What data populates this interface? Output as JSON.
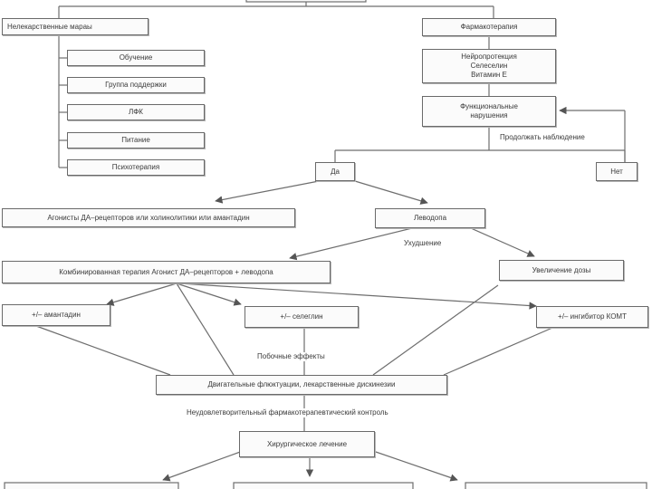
{
  "nodes": {
    "non_drug": "Нелекарственные мараы",
    "education": "Обучение",
    "support_group": "Группа поддержки",
    "lfk": "ЛФК",
    "nutrition": "Питание",
    "psychotherapy": "Психотерапия",
    "pharmacotherapy": "Фармакотерапия",
    "neuroprotection": "Нейропротекция\nСелеселин\nВитамин Е",
    "functional_impairment": "Функциональные\nнарушения",
    "yes": "Да",
    "no": "Нет",
    "agonists": "Агонисты ДА–рецепторов или холинолитики или амантадин",
    "levodopa": "Леводопа",
    "combined_therapy": "Комбинированная терапия Агонист ДА–рецепторов + леводопа",
    "dose_increase": "Увеличение дозы",
    "amantadine": "+/– амантадин",
    "selegiline": "+/– селеглин",
    "comt_inhibitor": "+/– ингибитор КОМТ",
    "motor_fluctuations": "Двигательные флюктуации, лекарственные дискинезии",
    "surgical_treatment": "Хирургическое лечение"
  },
  "edge_labels": {
    "continue_observation": "Продолжать наблюдение",
    "worsening": "Ухудшение",
    "side_effects": "Побочные эффекты",
    "unsatisfactory_control": "Неудовлетворительный фармакотерапевтический контроль"
  }
}
